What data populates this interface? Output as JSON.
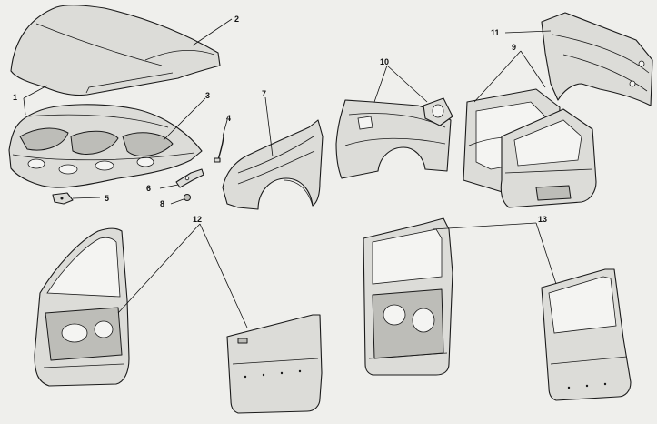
{
  "callouts": [
    "1",
    "2",
    "3",
    "4",
    "5",
    "6",
    "7",
    "8",
    "9",
    "10",
    "11",
    "12",
    "13"
  ],
  "colors": {
    "background": "#efefec",
    "line": "#1a1a1a",
    "panel": "#dcdcd8"
  }
}
